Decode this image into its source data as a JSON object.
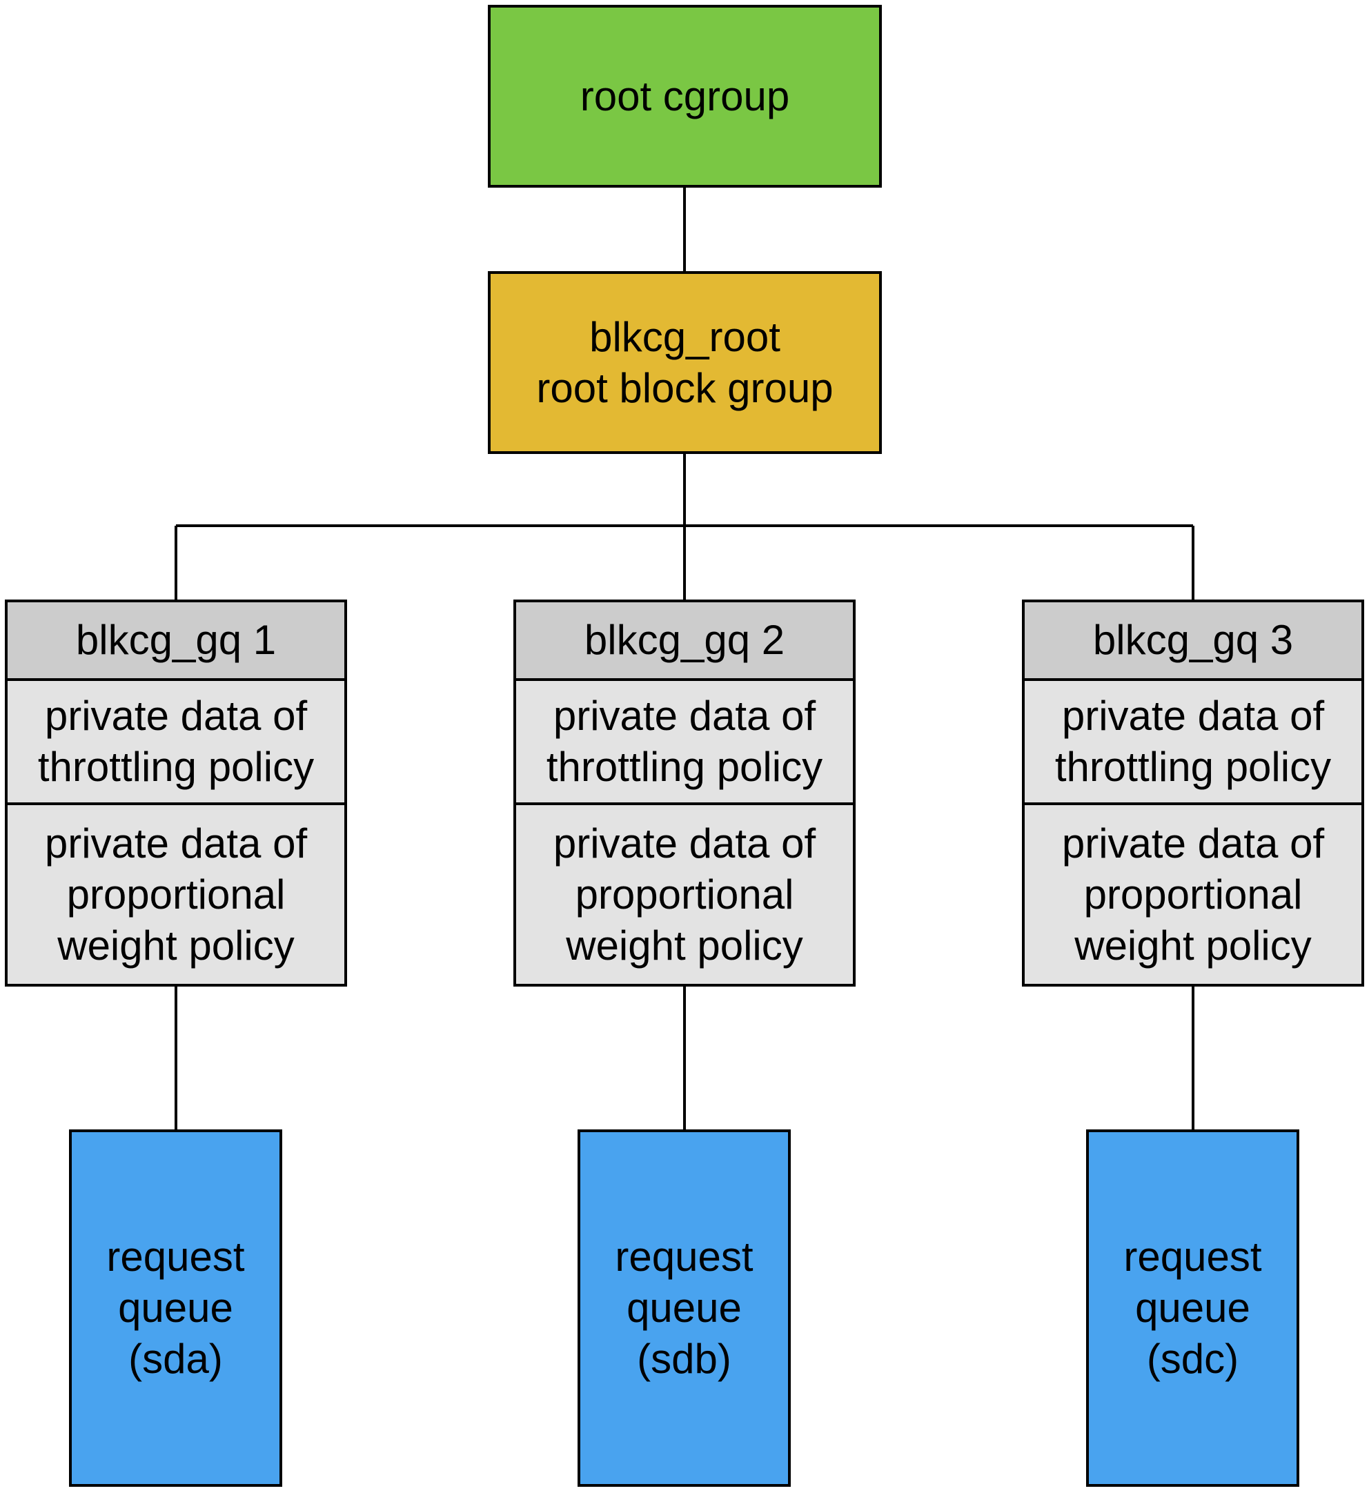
{
  "nodes": {
    "root_cgroup": {
      "label": "root cgroup",
      "color": "#7ac744"
    },
    "blkcg_root": {
      "lines": [
        "blkcg_root",
        "root block group"
      ],
      "color": "#e3b933"
    },
    "gq": [
      {
        "title": "blkcg_gq 1",
        "throttling": [
          "private data of",
          "throttling policy"
        ],
        "weight": [
          "private data of",
          "proportional",
          "weight policy"
        ]
      },
      {
        "title": "blkcg_gq 2",
        "throttling": [
          "private data of",
          "throttling policy"
        ],
        "weight": [
          "private data of",
          "proportional",
          "weight policy"
        ]
      },
      {
        "title": "blkcg_gq 3",
        "throttling": [
          "private data of",
          "throttling policy"
        ],
        "weight": [
          "private data of",
          "proportional",
          "weight policy"
        ]
      }
    ],
    "queues": [
      {
        "lines": [
          "request",
          "queue",
          "(sda)"
        ]
      },
      {
        "lines": [
          "request",
          "queue",
          "(sdb)"
        ]
      },
      {
        "lines": [
          "request",
          "queue",
          "(sdc)"
        ]
      }
    ]
  },
  "colors": {
    "gq_header": "#cccccc",
    "gq_body": "#e3e3e3",
    "queue": "#49a3ef"
  }
}
